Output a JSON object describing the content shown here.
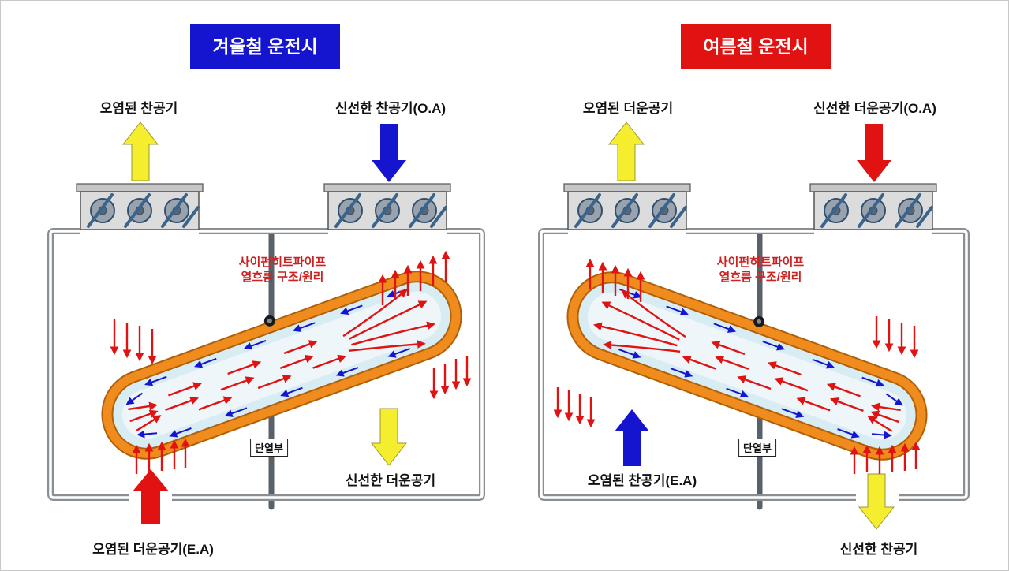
{
  "colors": {
    "blue": "#1515cf",
    "red": "#e01212",
    "yellow": "#f4ee2e",
    "orange": "#f08c1e",
    "pipe-fill": "#d8ecf4",
    "label-red": "#cc2222",
    "wall": "#8a8f93",
    "divider": "#59616b",
    "fan-blue": "#3a648c"
  },
  "panels": {
    "winter": {
      "title": "겨울철 운전시",
      "exhaust_top": "오염된 찬공기",
      "intake_top": "신선한 찬공기(O.A)",
      "pipe_label": "사이펀히트파이프\n열흐름 구조/원리",
      "insulation": "단열부",
      "supply_bottom": "신선한 더운공기",
      "exhaust_bottom": "오염된 더운공기(E.A)"
    },
    "summer": {
      "title": "여름철 운전시",
      "exhaust_top": "오염된 더운공기",
      "intake_top": "신선한 더운공기(O.A)",
      "pipe_label": "사이펀히트파이프\n열흐름 구조/원리",
      "insulation": "단열부",
      "exhaust_bottom": "오염된 찬공기(E.A)",
      "supply_bottom": "신선한 찬공기"
    }
  }
}
